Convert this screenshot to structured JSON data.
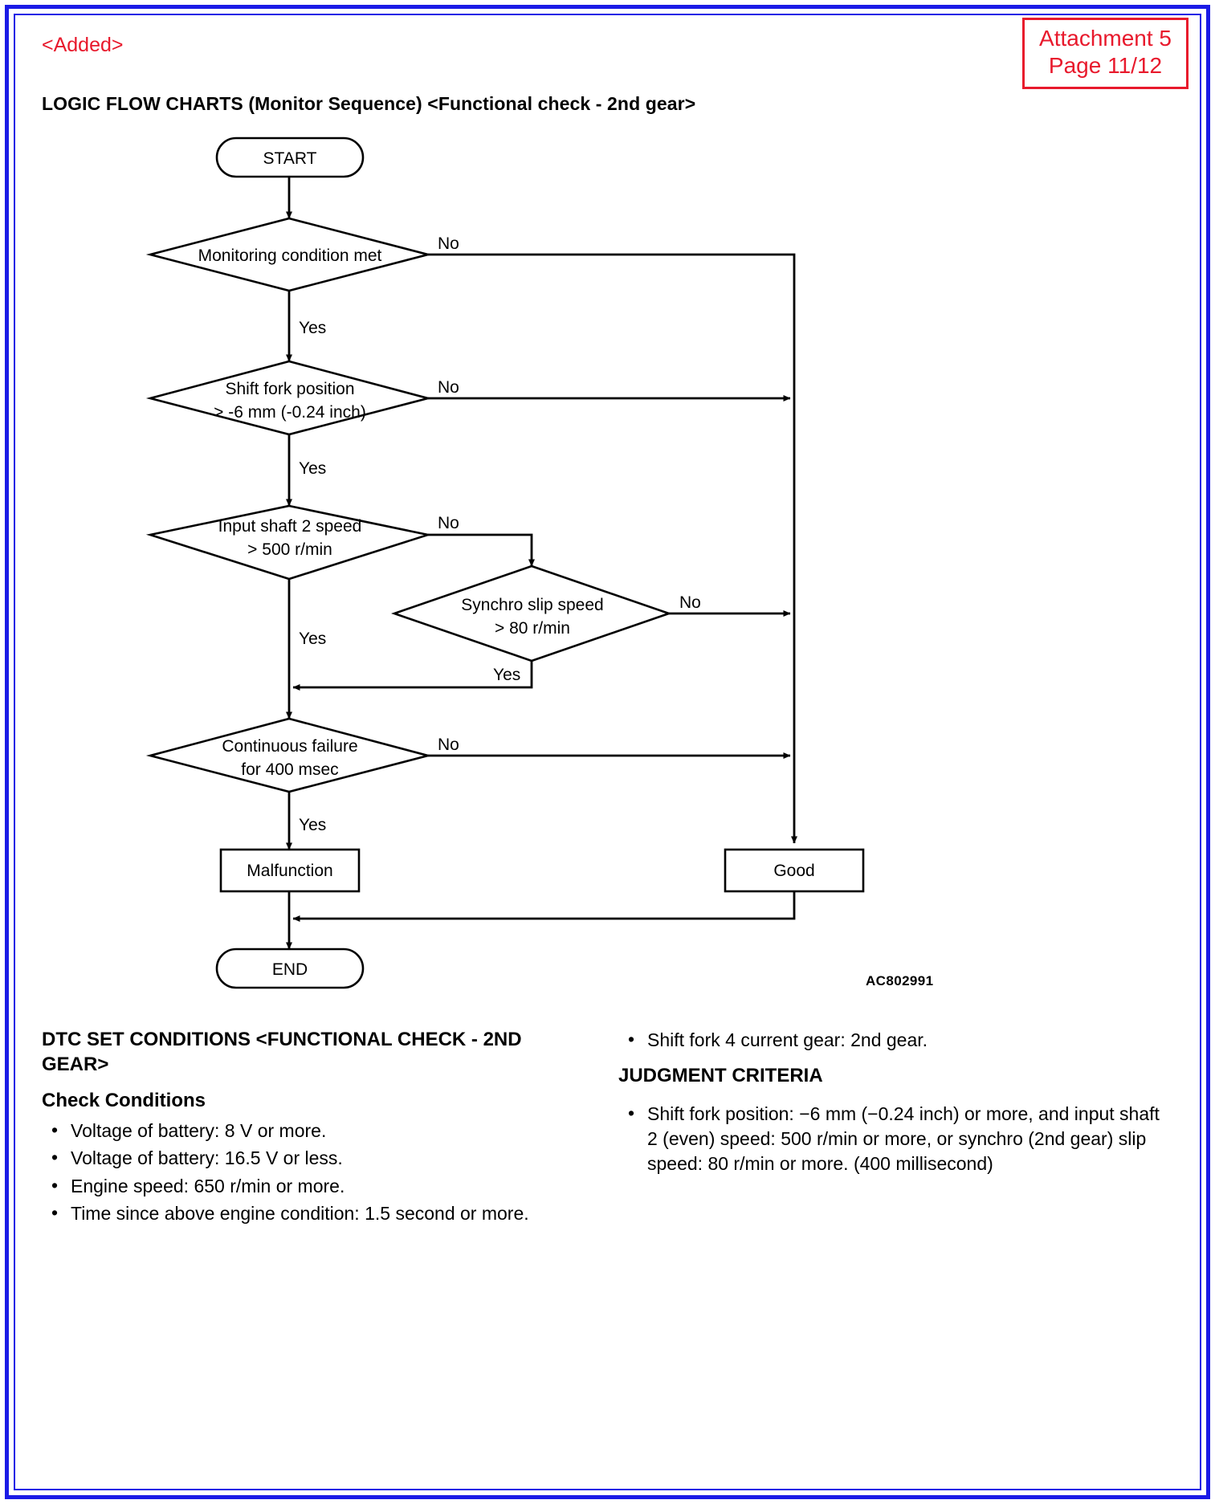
{
  "page": {
    "added_marker": "<Added>",
    "attachment_line1": "Attachment 5",
    "attachment_line2": "Page 11/12",
    "title": "LOGIC FLOW CHARTS (Monitor Sequence) <Functional check - 2nd gear>",
    "diagram_code": "AC802991",
    "border_color": "#1a1ae6",
    "stamp_color": "#e8192c"
  },
  "flowchart": {
    "nodes": {
      "start": "START",
      "d1": "Monitoring condition met",
      "d2_line1": "Shift fork position",
      "d2_line2": "> -6 mm (-0.24 inch)",
      "d3_line1": "Input shaft 2 speed",
      "d3_line2": "> 500 r/min",
      "d4_line1": "Synchro slip speed",
      "d4_line2": "> 80 r/min",
      "d5_line1": "Continuous failure",
      "d5_line2": "for 400 msec",
      "malfunction": "Malfunction",
      "good": "Good",
      "end": "END"
    },
    "labels": {
      "no1": "No",
      "yes1": "Yes",
      "no2": "No",
      "yes2": "Yes",
      "no3": "No",
      "yes3": "Yes",
      "no4": "No",
      "yes4": "Yes",
      "no5": "No",
      "yes5": "Yes"
    }
  },
  "left_column": {
    "heading": "DTC SET CONDITIONS <FUNCTIONAL CHECK - 2ND GEAR>",
    "subheading": "Check Conditions",
    "bullets": [
      "Voltage of battery: 8 V or more.",
      "Voltage of battery: 16.5 V or less.",
      "Engine speed: 650 r/min or more.",
      "Time since above engine condition: 1.5 second or more."
    ]
  },
  "right_column": {
    "top_bullets": [
      "Shift fork 4 current gear: 2nd gear."
    ],
    "heading": "JUDGMENT CRITERIA",
    "bullets": [
      "Shift fork position: −6 mm (−0.24 inch) or more, and input shaft 2 (even) speed: 500 r/min or more, or synchro (2nd gear) slip speed: 80 r/min or more. (400 millisecond)"
    ]
  }
}
